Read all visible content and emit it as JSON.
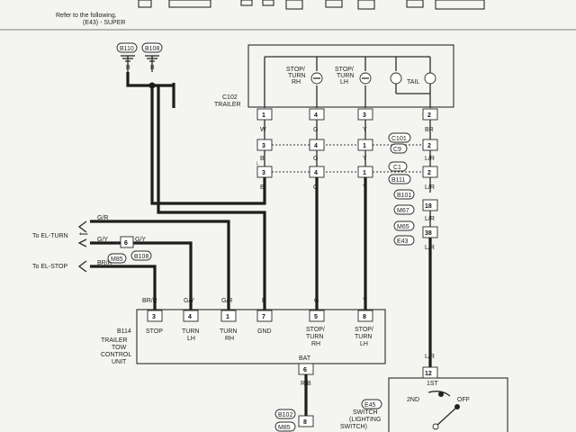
{
  "header": {
    "refer_line": "Refer to the following.",
    "super_line": "(E43) - SUPER"
  },
  "trailer_conn": {
    "code": "C102",
    "name": "TRAILER"
  },
  "lamps": [
    {
      "label_1": "STOP/",
      "label_2": "TURN",
      "label_3": "RH"
    },
    {
      "label_1": "STOP/",
      "label_2": "TURN",
      "label_3": "LH"
    },
    {
      "label_1": "TAIL",
      "label_2": "",
      "label_3": ""
    }
  ],
  "connectors_top": {
    "pins": [
      "1",
      "4",
      "3",
      "2"
    ],
    "wire_colors_upper": [
      "W",
      "G",
      "Y",
      "BR"
    ],
    "row_c101": {
      "pins": [
        "3",
        "4",
        "1",
        "2"
      ],
      "code": "C101"
    },
    "row_c9": {
      "code": "C9"
    },
    "colors_mid": [
      "B",
      "G",
      "Y",
      "L/R"
    ],
    "row_c1": {
      "pins": [
        "3",
        "4",
        "1",
        "2"
      ],
      "code": "C1"
    },
    "code_b111": "B111",
    "colors_low": [
      "B",
      "G",
      "Y",
      "L/R"
    ]
  },
  "grounds": [
    "B110",
    "B108"
  ],
  "ground_wire_labels": [
    "B",
    "B"
  ],
  "lr_chain": {
    "b101": "B101",
    "pin_18": "18",
    "m67": "M67",
    "wire_lr_1": "L/R",
    "m65": "M65",
    "pin_38": "38",
    "e43": "E43",
    "wire_lr_2": "L/R",
    "wire_lr_3": "L/R",
    "pin_12": "12"
  },
  "to_el_turn": {
    "text": "To EL-TURN",
    "wire_1": "G/R",
    "wire_2": "G/Y",
    "pin_6": "6",
    "wire_3": "G/Y",
    "code": "B108"
  },
  "to_el_stop": {
    "text": "To EL-STOP",
    "wire_1": "BR/R",
    "code": "M85"
  },
  "unit": {
    "name_1": "TRAILER",
    "name_2": "TOW",
    "name_3": "CONTROL",
    "name_4": "UNIT",
    "code": "B114",
    "pins": [
      {
        "pin": "3",
        "wire": "BR/R",
        "lab_1": "STOP",
        "lab_2": ""
      },
      {
        "pin": "4",
        "wire": "G/Y",
        "lab_1": "TURN",
        "lab_2": "LH"
      },
      {
        "pin": "1",
        "wire": "G/R",
        "lab_1": "TURN",
        "lab_2": "RH"
      },
      {
        "pin": "7",
        "wire": "B",
        "lab_1": "GND",
        "lab_2": ""
      },
      {
        "pin": "5",
        "wire": "G",
        "lab_1": "STOP/",
        "lab_2": "TURN",
        "lab_3": "RH"
      },
      {
        "pin": "8",
        "wire": "Y",
        "lab_1": "STOP/",
        "lab_2": "TURN",
        "lab_3": "LH"
      }
    ],
    "bat_label": "BAT",
    "bat_pin": "6"
  },
  "bottom": {
    "wire_rb": "R/B",
    "pin_8": "8",
    "b102": "B102",
    "m85": "M85",
    "switch_1": "SWITCH",
    "switch_2": "(LIGHTING",
    "switch_3": "SWITCH)",
    "e45": "E45",
    "pos_1st": "1ST",
    "pos_2nd": "2ND",
    "pos_off": "OFF",
    "pin_12": "12",
    "wire_lr": "L/R"
  }
}
